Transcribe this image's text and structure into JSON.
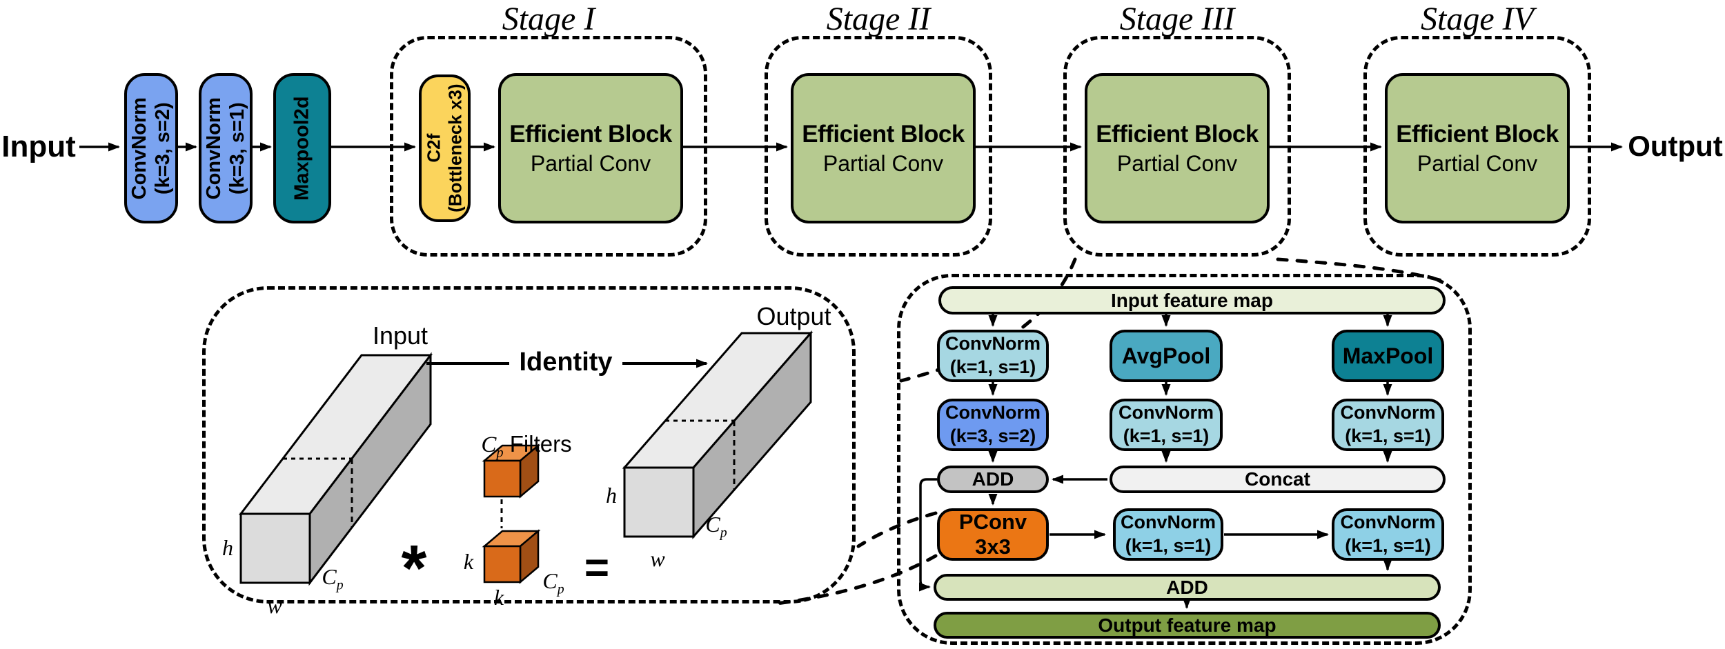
{
  "colors": {
    "stem_blue": "#7aa3f0",
    "teal_dark": "#0d8193",
    "c2f_yellow": "#fbd45c",
    "efficient_green": "#b6ca90",
    "light_blue": "#a6d7e2",
    "sky_blue": "#8ed0e6",
    "mid_blue": "#6e9af0",
    "avgpool_teal": "#4aa9c1",
    "pconv_orange": "#eb7614",
    "add_gray": "#c3c3c3",
    "concat_white": "#f1f1f1",
    "input_bar_green": "#e9f0d9",
    "add_bar_green": "#d7e3bb",
    "output_bar_olive": "#7f9e44",
    "cube_orange": "#d96a1a"
  },
  "top": {
    "input_label": "Input",
    "output_label": "Output",
    "stem": [
      {
        "l1": "ConvNorm",
        "l2": "(k=3, s=2)"
      },
      {
        "l1": "ConvNorm",
        "l2": "(k=3, s=1)"
      },
      {
        "l1": "Maxpool2d",
        "l2": ""
      }
    ],
    "stages": [
      {
        "title": "Stage I"
      },
      {
        "title": "Stage II"
      },
      {
        "title": "Stage III"
      },
      {
        "title": "Stage IV"
      }
    ],
    "c2f": {
      "l1": "C2f",
      "l2": "(Bottleneck x3)"
    },
    "eff_block": {
      "title": "Efficient Block",
      "subtitle": "Partial Conv"
    }
  },
  "pc": {
    "input_label": "Input",
    "output_label": "Output",
    "identity_label": "Identity",
    "conv_op": "*",
    "equals_op": "=",
    "filters": {
      "c": "C",
      "sub": "p",
      "rest": " Filters"
    },
    "dims": {
      "h": "h",
      "w": "w",
      "k": "k",
      "c": "C",
      "sub": "p"
    }
  },
  "eff": {
    "input_bar": "Input feature map",
    "output_bar": "Output feature map",
    "add_bar": "ADD",
    "r1c1": {
      "l1": "ConvNorm",
      "l2": "(k=1, s=1)"
    },
    "r1c2": "AvgPool",
    "r1c3": "MaxPool",
    "r2c1": {
      "l1": "ConvNorm",
      "l2": "(k=3, s=2)"
    },
    "r2c2": {
      "l1": "ConvNorm",
      "l2": "(k=1, s=1)"
    },
    "r2c3": {
      "l1": "ConvNorm",
      "l2": "(k=1, s=1)"
    },
    "add": "ADD",
    "concat": "Concat",
    "pconv": "PConv 3x3",
    "r4c2": {
      "l1": "ConvNorm",
      "l2": "(k=1, s=1)"
    },
    "r4c3": {
      "l1": "ConvNorm",
      "l2": "(k=1, s=1)"
    }
  }
}
